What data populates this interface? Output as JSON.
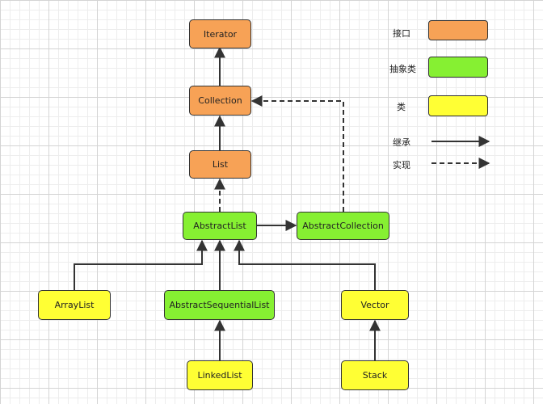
{
  "colors": {
    "interface": "#F7A256",
    "abstract": "#86F032",
    "class": "#FFFF34",
    "line": "#333333"
  },
  "nodes": {
    "iterator": "Iterator",
    "collection": "Collection",
    "list": "List",
    "abstractlist": "AbstractList",
    "abstractcollection": "AbstractCollection",
    "arraylist": "ArrayList",
    "abstractsequentiallist": "AbstractSequentialList",
    "vector": "Vector",
    "linkedlist": "LinkedList",
    "stack": "Stack"
  },
  "legend": {
    "interface": "接口",
    "abstract": "抽象类",
    "class": "类",
    "inherit": "继承",
    "implement": "实现"
  }
}
